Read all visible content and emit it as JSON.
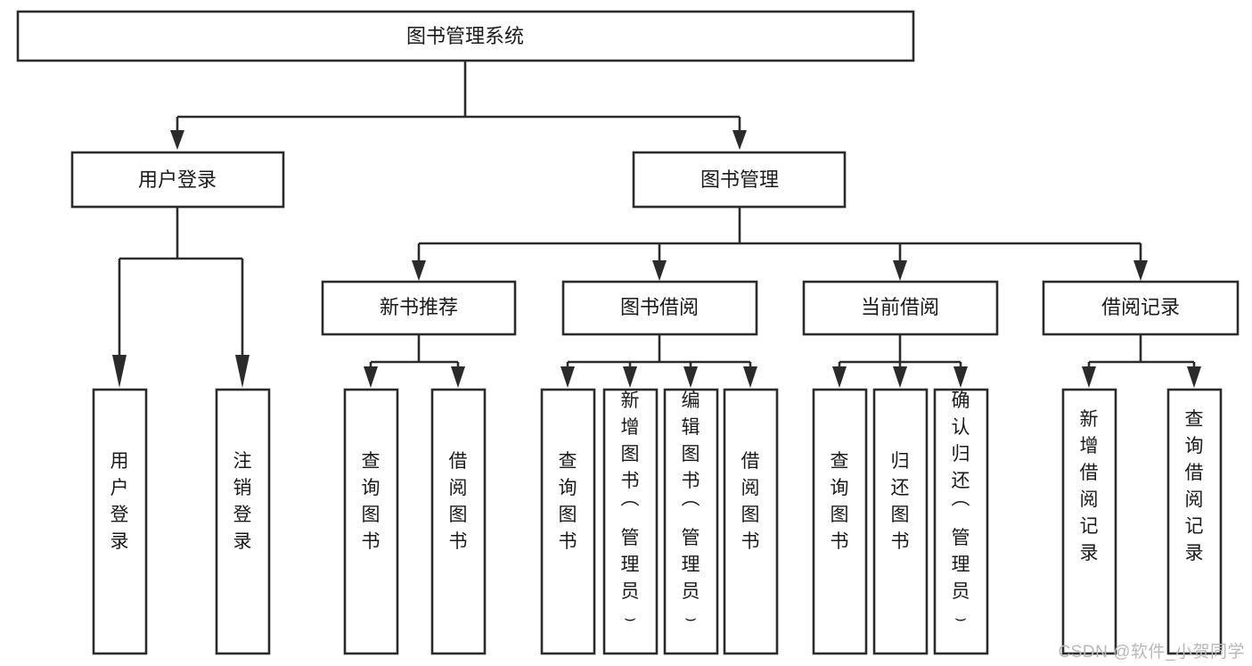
{
  "diagram": {
    "title": "图书管理系统",
    "type": "tree-hierarchy-diagram",
    "colors": {
      "box_stroke": "#2b2b2b",
      "box_fill": "#ffffff",
      "background": "#ffffff",
      "text": "#1a1a1a",
      "watermark": "#b8b8b8"
    },
    "root": {
      "label": "图书管理系统"
    },
    "level2": [
      {
        "label": "用户登录"
      },
      {
        "label": "图书管理"
      }
    ],
    "level3": [
      {
        "label": "新书推荐"
      },
      {
        "label": "图书借阅"
      },
      {
        "label": "当前借阅"
      },
      {
        "label": "借阅记录"
      }
    ],
    "leaves": {
      "user_login": [
        {
          "label": "用户登录"
        },
        {
          "label": "注销登录"
        }
      ],
      "new_book_recommend": [
        {
          "label": "查询图书"
        },
        {
          "label": "借阅图书"
        }
      ],
      "book_borrow": [
        {
          "label": "查询图书"
        },
        {
          "label": "新增图书（管理员）"
        },
        {
          "label": "编辑图书（管理员）"
        },
        {
          "label": "借阅图书"
        }
      ],
      "current_borrow": [
        {
          "label": "查询图书"
        },
        {
          "label": "归还图书"
        },
        {
          "label": "确认归还（管理员）"
        }
      ],
      "borrow_record": [
        {
          "label": "新增借阅记录"
        },
        {
          "label": "查询借阅记录"
        }
      ]
    }
  },
  "watermark": {
    "text": "CSDN @软件_小贺同学"
  }
}
